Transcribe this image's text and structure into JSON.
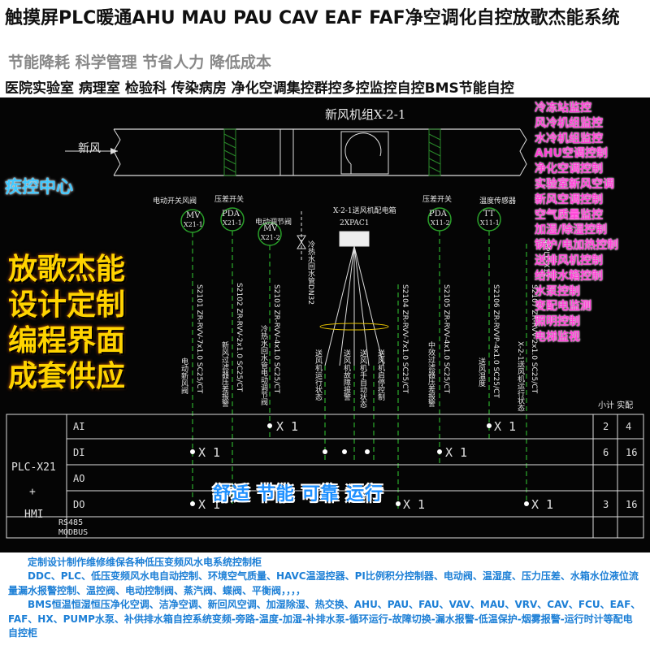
{
  "header": {
    "title": "触摸屏PLC暖通AHU MAU PAU CAV EAF FAF净空调化自控放歌杰能系统",
    "slogan": "节能降耗 科学管理 节省人力 降低成本",
    "subtitle": "医院实验室 病理室 检验科 传染病房 净化空调集控群控多控监控自控BMS节能自控"
  },
  "drawing": {
    "unit_title": "新风机组X-2-1",
    "inlet_label": "新风",
    "badge": "疾控中心",
    "big_text": [
      "放歌杰能",
      "设计定制",
      "编程界面",
      "成套供应"
    ],
    "blue_slogan": "舒适 节能 可靠 运行",
    "feature_list": [
      "冷冻站监控",
      "风冷机组监控",
      "水冷机组监控",
      "AHU空调控制",
      "净化空调控制",
      "实验室新风空调",
      "新风空调控制",
      "空气质量监控",
      "加湿/除湿控制",
      "锅炉/电加热控制",
      "送排风机控制",
      "给排水箱控制",
      "水泵控制",
      "变配电监测",
      "照明控制",
      "电梯监视"
    ],
    "devices": [
      {
        "label": "电动开关风阀",
        "code": "MV",
        "num": "X21-1"
      },
      {
        "label": "压差开关",
        "code": "PDA",
        "num": "X21-1"
      },
      {
        "label": "电动调节阀",
        "code": "MV",
        "num": "X21-2"
      },
      {
        "label": "X-2-1送风机配电箱",
        "code": "",
        "num": "2XPAC1"
      },
      {
        "label": "压差开关",
        "code": "PDA",
        "num": "X11-2"
      },
      {
        "label": "温度传感器",
        "code": "TT",
        "num": "X11-1"
      }
    ],
    "valve_label": "冷热水回水管DN32",
    "cables": [
      "S2101 ZR-RVV-7x1.0 SC25/CT",
      "S2102 ZR-RVV-2x1.0 SC25/CT",
      "S2103 ZR-RVV-4x1.0 SC25/CT",
      "S2104 ZR-RVV-7x1.0 SC25/CT",
      "S2105 ZR-RVV-4x1.0 SC25/CT",
      "S2106 ZR-RVVP-4x1.0 SC25/CT",
      "S2107 ZR-RVV-2x1.0 SC25/CT"
    ],
    "cable_labels": [
      "电动新风阀",
      "新风过滤器压差报警",
      "冷热水回水管电动调节阀",
      "送风机运行状态",
      "送风机故障报警",
      "送风机手自动状态",
      "送风机启停控制",
      "中效过滤器压差报警",
      "送风温度",
      "X-2-1送风机运行状态"
    ],
    "extra_code": "至PLC-X11",
    "subtotal_label": "小计 实配",
    "plc_label": "PLC-X21",
    "plus": "+",
    "hmi_label": "HMI",
    "rs485": "RS485",
    "modbus": "MODBUS",
    "rows": [
      {
        "type": "AI",
        "count": "2",
        "capacity": "4"
      },
      {
        "type": "DI",
        "count": "6",
        "capacity": "16"
      },
      {
        "type": "AO",
        "count": "",
        "capacity": ""
      },
      {
        "type": "DO",
        "count": "3",
        "capacity": "16"
      }
    ],
    "x1": "X 1"
  },
  "footer": {
    "lines": [
      "定制设计制作维修维保各种低压变频风水电系统控制柜",
      "DDC、PLC、低压变频风水电自动控制、环境空气质量、HAVC温湿控器、PI比例积分控制器、电动阀、温湿度、压力压差、水箱水位液位流量漏水报警控制、温控阀、电动控制阀、蒸汽阀、蝶阀、平衡阀，，，，",
      "BMS恒温恒湿恒压净化空调、洁净空调、新回风空调、加湿除湿、热交换、AHU、PAU、FAU、VAV、MAU、VRV、CAV、FCU、EAF、FAF、HX、PUMP水泵、补供排水箱自控系统变频-旁路-温度-加湿-补排水泵-循环运行-故障切换-漏水报警-低温保护-烟雾报警-运行时计等配电自控柜"
    ]
  }
}
